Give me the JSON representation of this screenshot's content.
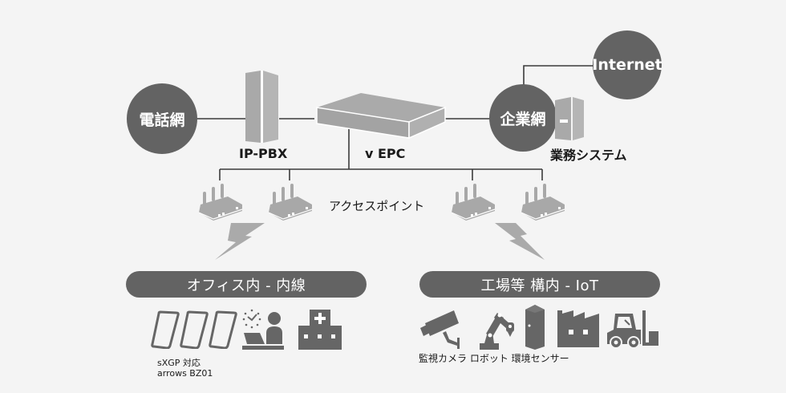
{
  "nodes": {
    "phone_network": "電話網",
    "ip_pbx": "IP-PBX",
    "vepc": "v EPC",
    "enterprise_network": "企業網",
    "internet": "Internet",
    "business_system": "業務システム",
    "access_point": "アクセスポイント"
  },
  "sections": {
    "office": {
      "title": "オフィス内 - 内線",
      "device_caption_line1": "sXGP 対応",
      "device_caption_line2": "arrows BZ01",
      "icons": [
        "smartphone-icon",
        "smartphone-icon",
        "smartphone-icon",
        "office-worker-icon",
        "hospital-icon"
      ]
    },
    "factory": {
      "title": "工場等 構内 - IoT",
      "caption": "監視カメラ ロボット 環境センサー",
      "icons": [
        "surveillance-camera-icon",
        "robot-arm-icon",
        "environment-sensor-icon",
        "factory-icon",
        "forklift-icon"
      ]
    }
  },
  "colors": {
    "background": "#f4f4f4",
    "node_fill": "#636363",
    "device_gray": "#a8a8a8",
    "icon_dark": "#666666",
    "line": "#333333"
  }
}
